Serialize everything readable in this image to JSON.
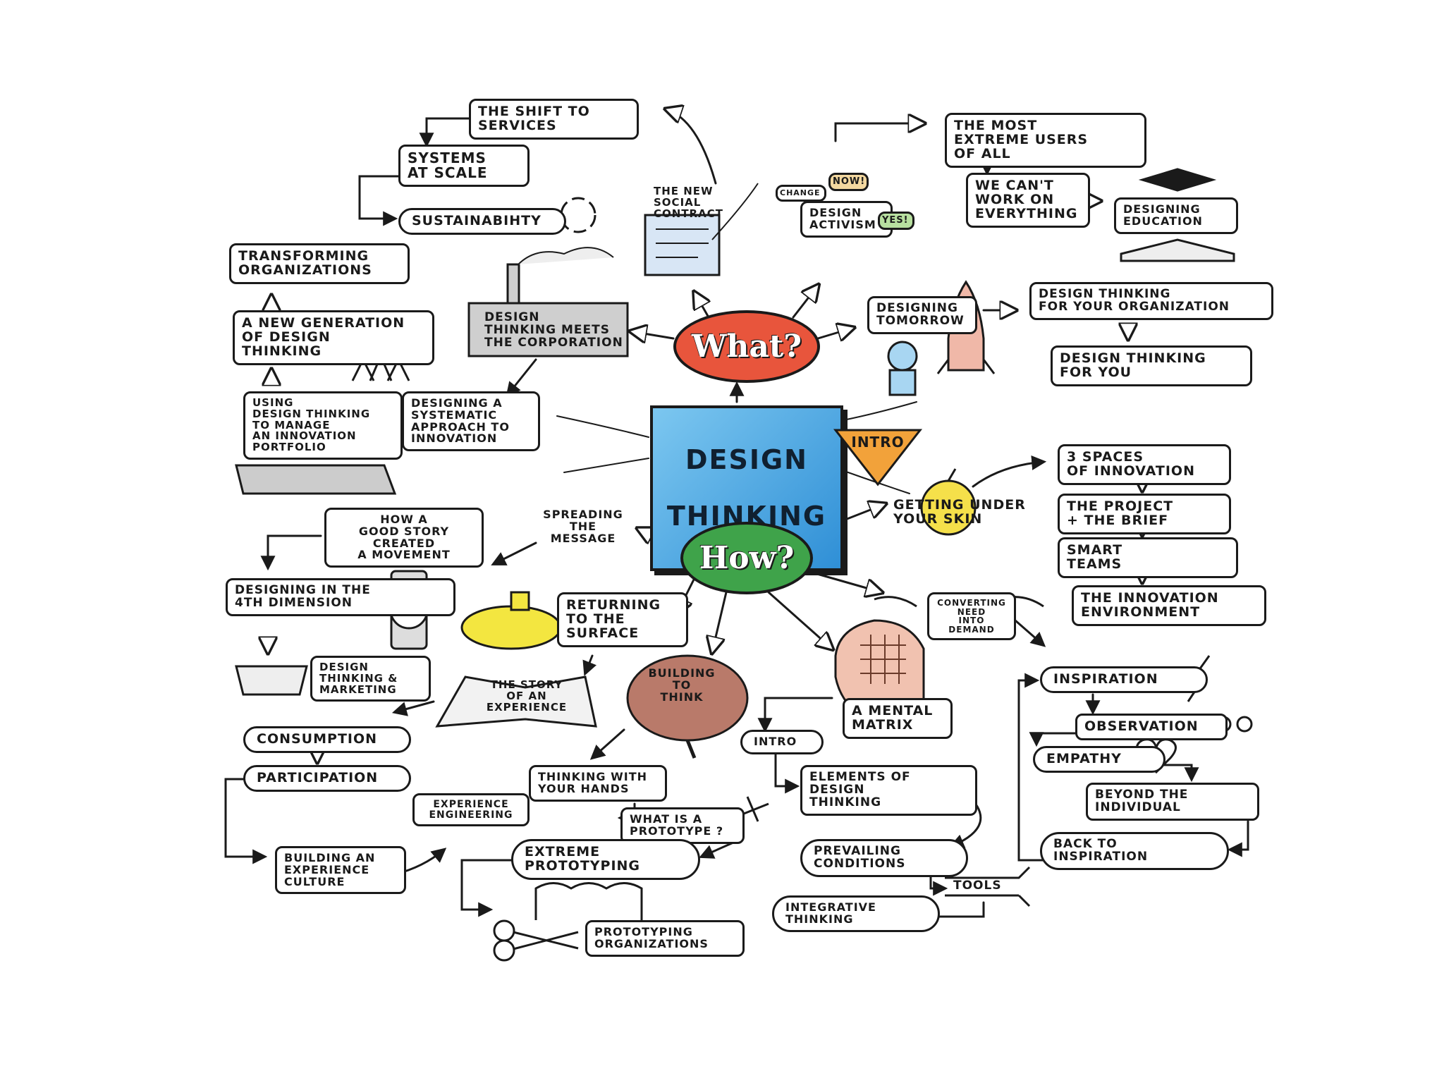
{
  "colors": {
    "what_fill": "#e8553c",
    "how_fill": "#3fa34a",
    "center_fill": "#4aa8e8",
    "intro_fill": "#f2a23a",
    "ink": "#1a1a1a",
    "accent_yellow": "#f3e03a"
  },
  "center": {
    "title_line1": "DESIGN",
    "title_line2": "THINKING"
  },
  "hubs": {
    "what": "What?",
    "how": "How?",
    "intro": "INTRO"
  },
  "nodes": {
    "shift_services": "THE SHIFT TO\nSERVICES",
    "systems_scale": "SYSTEMS\nAT SCALE",
    "sustainability": "SUSTAINABIHTY",
    "transforming_orgs": "TRANSFORMING\nORGANIZATIONS",
    "new_generation": "A NEW GENERATION\nOF DESIGN\nTHINKING",
    "dt_meets_corp": "DESIGN\nTHINKING MEETS\nTHE CORPORATION",
    "new_social_contract": "THE NEW\nSOCIAL\nCONTRACT",
    "design_activism": "DESIGN\nACTIVISM",
    "sign_change": "CHANGE",
    "sign_now": "NOW!",
    "sign_yes": "YES!",
    "most_extreme_users": "THE MOST\nEXTREME USERS\nOF ALL",
    "cant_work_everything": "WE CAN'T\nWORK ON\nEVERYTHING",
    "designing_education": "DESIGNING\nEDUCATION",
    "designing_tomorrow": "DESIGNING\nTOMORROW",
    "dt_for_org": "DESIGN THINKING\nFOR YOUR ORGANIZATION",
    "dt_for_you": "DESIGN THINKING\nFOR YOU",
    "managing_portfolio": "USING\nDESIGN THINKING\nTO MANAGE\nAN INNOVATION\nPORTFOLIO",
    "systematic_approach": "DESIGNING A\nSYSTEMATIC\nAPPROACH TO\nINNOVATION",
    "spreading_message": "SPREADING\nTHE\nMESSAGE",
    "good_story": "HOW A\nGOOD STORY\nCREATED\nA MOVEMENT",
    "fourth_dimension": "DESIGNING IN THE\n4TH DIMENSION",
    "returning_surface": "RETURNING\nTO THE\nSURFACE",
    "dt_marketing": "DESIGN\nTHINKING &\nMARKETING",
    "story_experience": "THE STORY\nOF AN\nEXPERIENCE",
    "building_to_think": "BUILDING\nTO\nTHINK",
    "consumption": "CONSUMPTION",
    "participation": "PARTICIPATION",
    "experience_engineering": "EXPERIENCE\nENGINEERING",
    "experience_culture": "BUILDING AN\nEXPERIENCE\nCULTURE",
    "thinking_hands": "THINKING WITH\nYOUR HANDS",
    "what_prototype": "WHAT IS A\nPROTOTYPE ?",
    "extreme_prototyping": "EXTREME\nPROTOTYPING",
    "prototyping_orgs": "PROTOTYPING\nORGANIZATIONS",
    "getting_under_skin": "GETTING UNDER\nYOUR SKIN",
    "three_spaces": "3 SPACES\nOF INNOVATION",
    "project_brief": "THE PROJECT\n+ THE BRIEF",
    "smart_teams": "SMART\nTEAMS",
    "innovation_env": "THE INNOVATION\nENVIRONMENT",
    "converting_need": "CONVERTING\nNEED\nINTO\nDEMAND",
    "mental_matrix": "A MENTAL\nMATRIX",
    "intro_small": "INTRO",
    "elements_dt": "ELEMENTS OF\nDESIGN\nTHINKING",
    "prevailing": "PREVAILING\nCONDITIONS",
    "tools": "TOOLS",
    "integrative": "INTEGRATIVE\nTHINKING",
    "inspiration": "INSPIRATION",
    "observation": "OBSERVATION",
    "empathy": "EMPATHY",
    "beyond_individual": "BEYOND THE\nINDIVIDUAL",
    "back_inspiration": "BACK TO\nINSPIRATION"
  }
}
